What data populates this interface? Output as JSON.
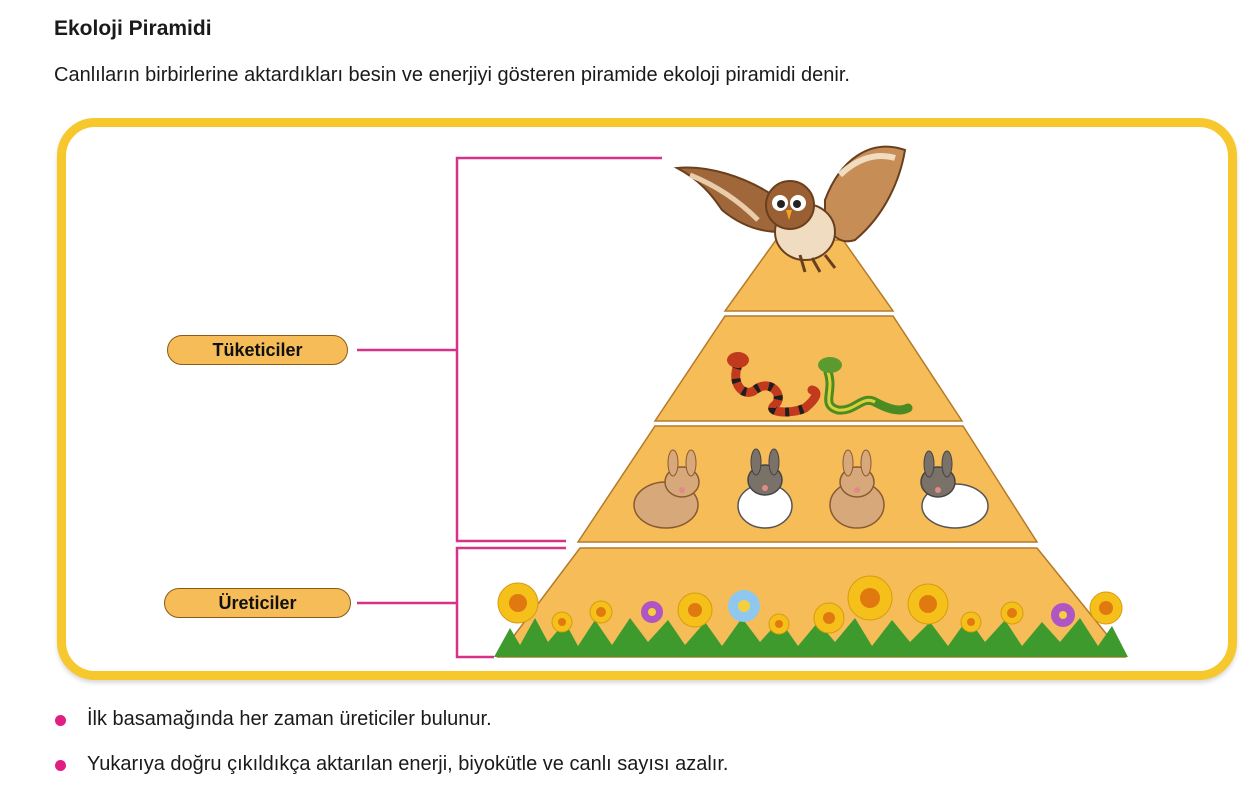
{
  "heading": "Ekoloji Piramidi",
  "intro": "Canlıların birbirlerine aktardıkları besin ve enerjiyi gösteren piramide ekoloji piramidi denir.",
  "labels": {
    "consumers": "Tüketiciler",
    "producers": "Üreticiler"
  },
  "pyramid_levels": [
    "owl",
    "snakes",
    "rabbits",
    "flowers"
  ],
  "bullets": [
    "İlk basamağında her zaman üreticiler bulunur.",
    "Yukarıya doğru çıkıldıkça aktarılan enerji, biyokütle ve canlı sayısı azalır."
  ],
  "colors": {
    "frame": "#f7c72e",
    "pyramid": "#f5bc57",
    "pyramid_edge": "#b47a2a",
    "bracket": "#d6328a",
    "bullet": "#e01e84"
  }
}
